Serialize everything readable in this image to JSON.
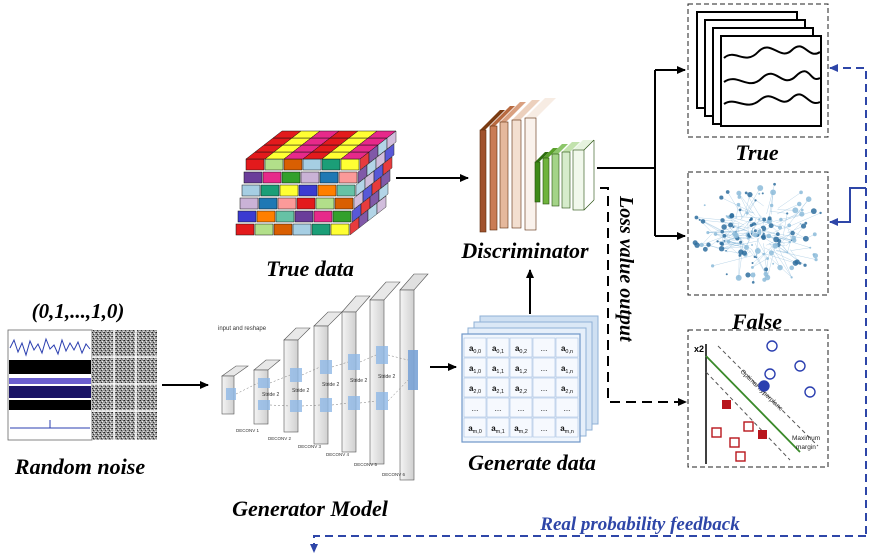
{
  "labels": {
    "noise_vector": "(0,1,...,1,0)",
    "random_noise": "Random noise",
    "generator_model": "Generator Model",
    "true_data": "True data",
    "generate_data": "Generate data",
    "discriminator": "Discriminator",
    "loss_value_output": "Loss value output",
    "true_out": "True",
    "false_out": "False",
    "feedback": "Real probability feedback"
  },
  "generator_small_text": {
    "input": "input and reshape",
    "deconv_layers": [
      "DECONV 1",
      "DECONV 2",
      "DECONV 3",
      "DECONV 4",
      "DECONV 5",
      "DECONV 6"
    ],
    "stride": "Stride 2"
  },
  "matrix": {
    "rows": [
      [
        "a0,0",
        "a0,1",
        "a0,2",
        "...",
        "a0,n"
      ],
      [
        "a1,0",
        "a1,1",
        "a1,2",
        "...",
        "a1,n"
      ],
      [
        "a2,0",
        "a2,1",
        "a2,2",
        "...",
        "a2,n"
      ],
      [
        "...",
        "...",
        "...",
        "...",
        "..."
      ],
      [
        "am,0",
        "am,1",
        "am,2",
        "...",
        "am,n"
      ]
    ]
  },
  "svm_plot": {
    "y_axis": "x2",
    "hyperplane": "Optimal hyperplane",
    "margin_line1": "Maximum",
    "margin_line2": "margin"
  },
  "colors": {
    "feedback_blue": "#2e46a8",
    "cube_blue": "#7aa3d6",
    "disc_brown": "#a0522d",
    "disc_green": "#5aa02c"
  }
}
